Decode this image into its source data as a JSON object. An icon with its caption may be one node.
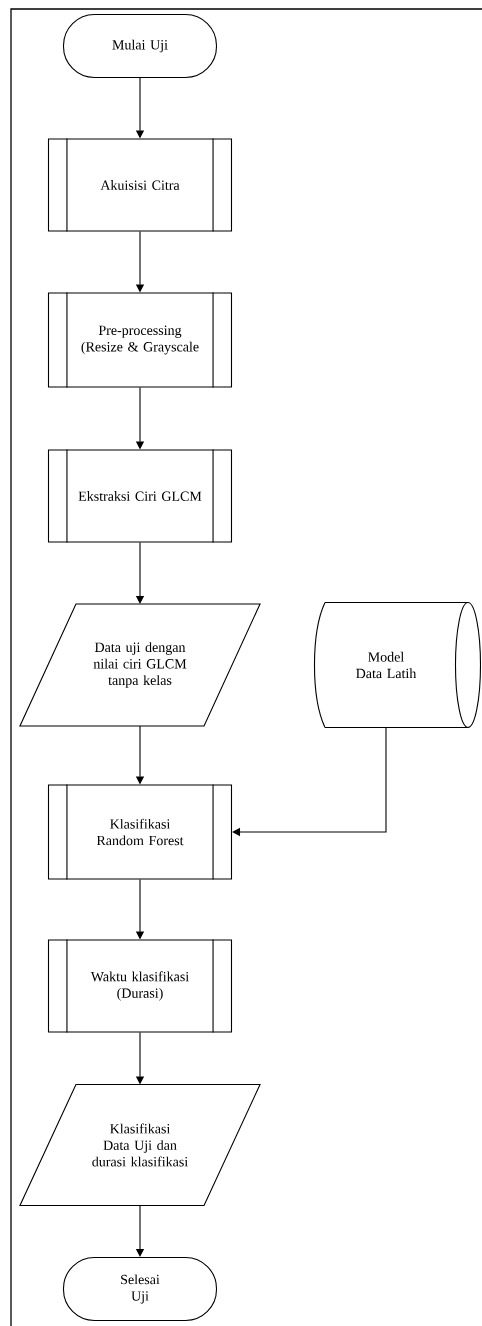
{
  "diagram": {
    "nodes": [
      {
        "text": [
          "Mulai Uji"
        ]
      },
      {
        "text": [
          "Akuisisi Citra"
        ]
      },
      {
        "text": [
          "Pre-processing (Resize & Grayscale"
        ]
      },
      {
        "text": [
          "Ekstraksi Ciri GLCM"
        ]
      },
      {
        "text": [
          "Data uji dengan nilai ciri GLCM tanpa kelas"
        ]
      },
      {
        "text": [
          "Model Data Latih"
        ]
      },
      {
        "text": [
          "Klasifikasi Random Forest"
        ]
      },
      {
        "text": [
          "Waktu klasifikasi (Durasi)"
        ]
      },
      {
        "text": [
          "Klasifikasi Data Uji dan durasi klasifikasi"
        ]
      },
      {
        "text": [
          "Selesai Uji"
        ]
      }
    ],
    "edges": [
      {
        "from": 0,
        "to": 1,
        "arrow": "to"
      },
      {
        "from": 1,
        "to": 2,
        "arrow": "to"
      },
      {
        "from": 2,
        "to": 3,
        "arrow": "to"
      },
      {
        "from": 3,
        "to": 4,
        "arrow": "to"
      },
      {
        "from": 4,
        "to": 6,
        "arrow": "to"
      },
      {
        "from": 5,
        "to": 6,
        "arrow": "to"
      },
      {
        "from": 6,
        "to": 7,
        "arrow": "to"
      },
      {
        "from": 7,
        "to": 8,
        "arrow": "to"
      },
      {
        "from": 8,
        "to": 9,
        "arrow": "to"
      }
    ]
  }
}
